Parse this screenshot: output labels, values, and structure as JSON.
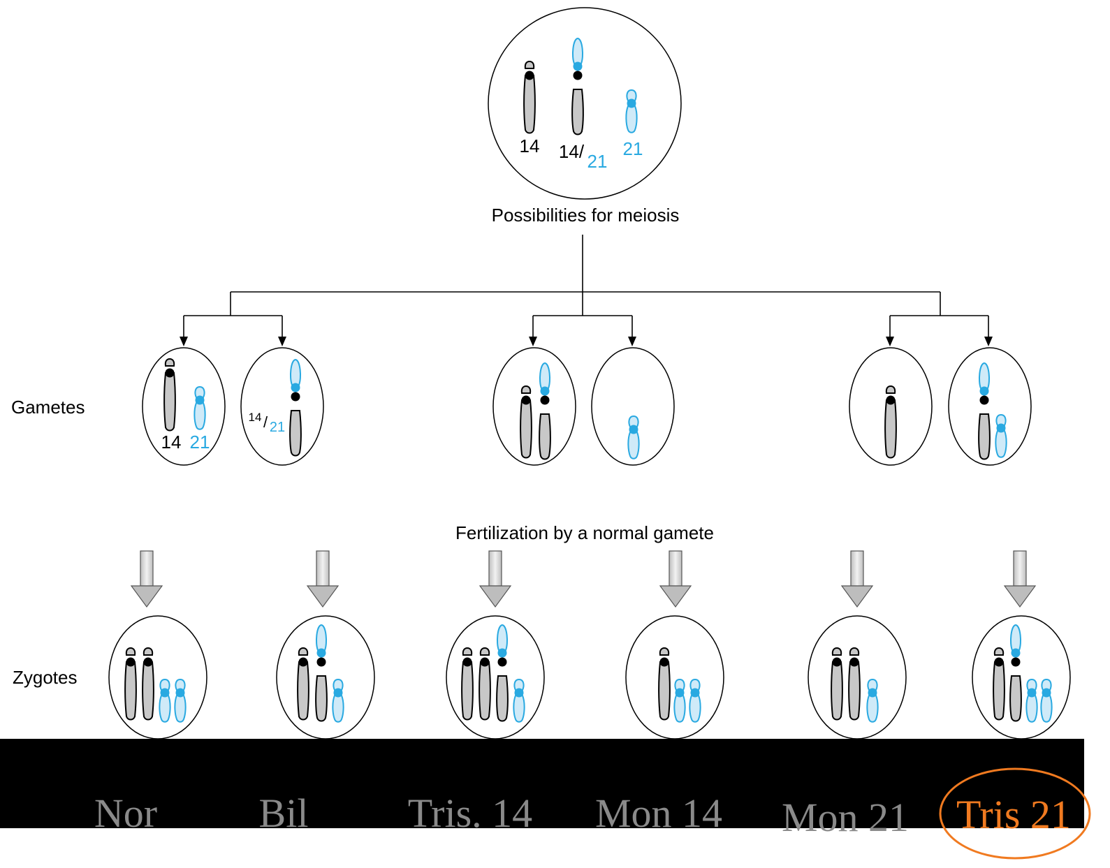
{
  "top_cell": {
    "label_14": "14",
    "label_14_21_a": "14/",
    "label_14_21_b": "21",
    "label_21": "21"
  },
  "meiosis_caption": "Possibilities for meiosis",
  "row_labels": {
    "gametes": "Gametes",
    "zygotes": "Zygotes"
  },
  "gamete_labels": {
    "g1_14": "14",
    "g1_21": "21",
    "g2_14": "14",
    "g2_slash": "/",
    "g2_21": "21"
  },
  "fertilization_caption": "Fertilization by a normal gamete",
  "bottom_labels": [
    "Nor",
    "Bil",
    "Tris. 14",
    "Mon 14",
    "Mon 21",
    "Tris 21"
  ],
  "colors": {
    "blue": "#29a9e1",
    "light_blue": "#cfeaf8",
    "gray_chromosome": "#c8c8c8",
    "label_gray": "#8a8a8a",
    "highlight_orange": "#f07a20",
    "band": "#000000"
  },
  "icons": [
    "chromosome-14-icon",
    "chromosome-21-icon",
    "translocation-14-21-icon",
    "down-arrow-icon"
  ]
}
